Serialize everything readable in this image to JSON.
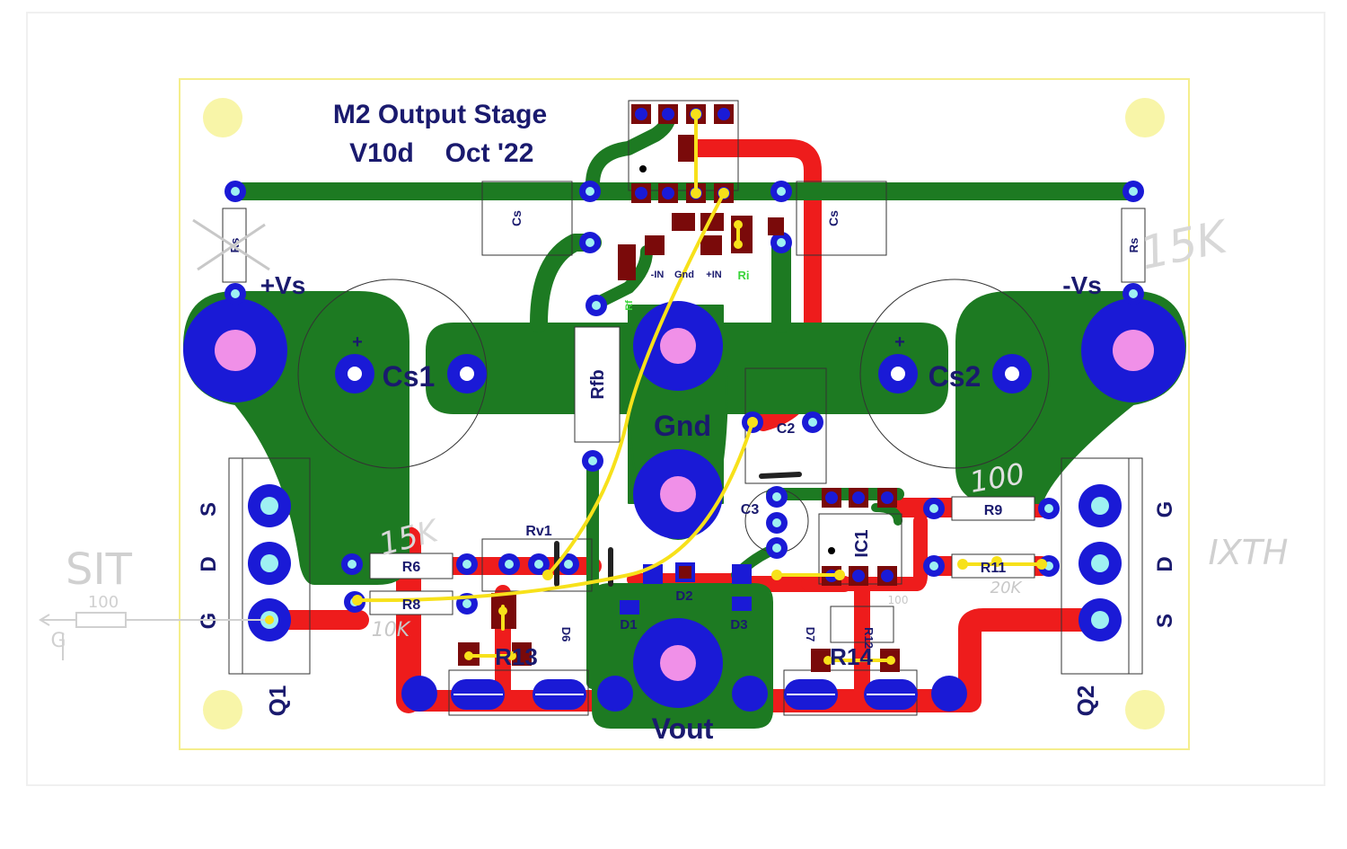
{
  "title": {
    "line1": "M2 Output Stage",
    "line2_version": "V10d",
    "line2_date": "Oct '22"
  },
  "colors": {
    "board_outline": "#f5ee8c",
    "mount_hole": "#f8f5a8",
    "ground_copper": "#1d7a22",
    "red_trace": "#ee1c1c",
    "pad_blue": "#1a1ad6",
    "pad_pink": "#f090e8",
    "pad_cyan": "#9ef0f2",
    "jumper": "#f7e11a",
    "smd_brown": "#7a0a0a",
    "text_dark": "#1a1a6e",
    "handwriting": "#c8c8c8"
  },
  "labels": {
    "vs_pos": "+Vs",
    "vs_neg": "-Vs",
    "cs1": "Cs1",
    "cs2": "Cs2",
    "gnd": "Gnd",
    "vout": "Vout",
    "rfb": "Rfb",
    "c2": "C2",
    "c3": "C3",
    "ic1": "IC1",
    "rv1": "Rv1",
    "r6": "R6",
    "r8": "R8",
    "r9": "R9",
    "r11": "R11",
    "r12": "R12",
    "r13": "R13",
    "r14": "R14",
    "d1": "D1",
    "d2": "D2",
    "d3": "D3",
    "d6": "D6",
    "d7": "D7",
    "q1": "Q1",
    "q2": "Q2",
    "cs_left": "Cs",
    "cs_right": "Cs",
    "rs_left": "Rs",
    "rs_right": "Rs",
    "plus": "+",
    "in_minus": "-IN",
    "gnd_small": "Gnd",
    "in_plus": "+IN",
    "ri": "Ri",
    "rf": "Rf",
    "q1_pins": [
      "S",
      "D",
      "G"
    ],
    "q2_pins": [
      "G",
      "D",
      "S"
    ]
  },
  "handwritten": {
    "left_device": "SIT",
    "left_gate": "G",
    "left_resistor": "100",
    "r6_value": "15K",
    "r8_value": "10K",
    "rs_right_value": "15K",
    "r9_value": "100",
    "r11_value": "20K",
    "q2_device": "IXTH",
    "r12_value": "100"
  }
}
